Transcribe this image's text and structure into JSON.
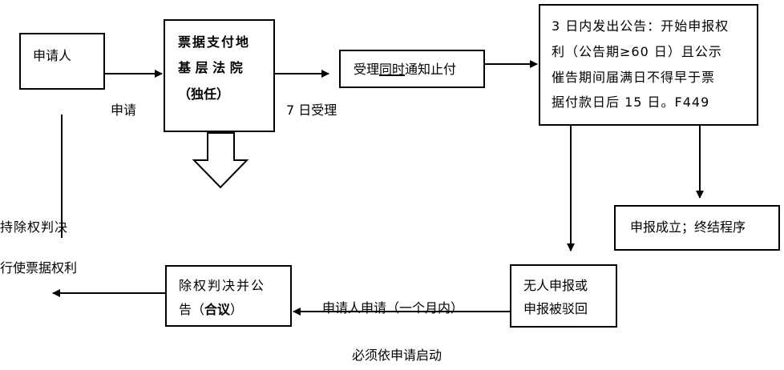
{
  "nodes": {
    "applicant": "申请人",
    "court_line1": "票据支付地",
    "court_line2": "基 层 法 院",
    "court_line3": "（独任）",
    "accept_pre": "受理",
    "accept_underlined": "同时",
    "accept_post": "通知止付",
    "announce_line1": "3 日内发出公告：开始申报权",
    "announce_line2": "利（公告期≥60 日）且公示",
    "announce_line3": "催告期间届满日不得早于票",
    "announce_line4": "据付款日后 15 日。F449",
    "declared": "申报成立；终结程序",
    "none_line1": "无人申报或",
    "none_line2": "申报被驳回",
    "judgment_line1": "除权判决并公",
    "judgment_pre": "告（",
    "judgment_bold": "合议",
    "judgment_post": "）"
  },
  "labels": {
    "apply": "申请",
    "accept_7days": "7 日受理",
    "hold_line1": "持除权判决",
    "hold_line2": "行使票据权利",
    "applicant_apply": "申请人申请（一个月内）",
    "footer": "必须依申请启动"
  }
}
